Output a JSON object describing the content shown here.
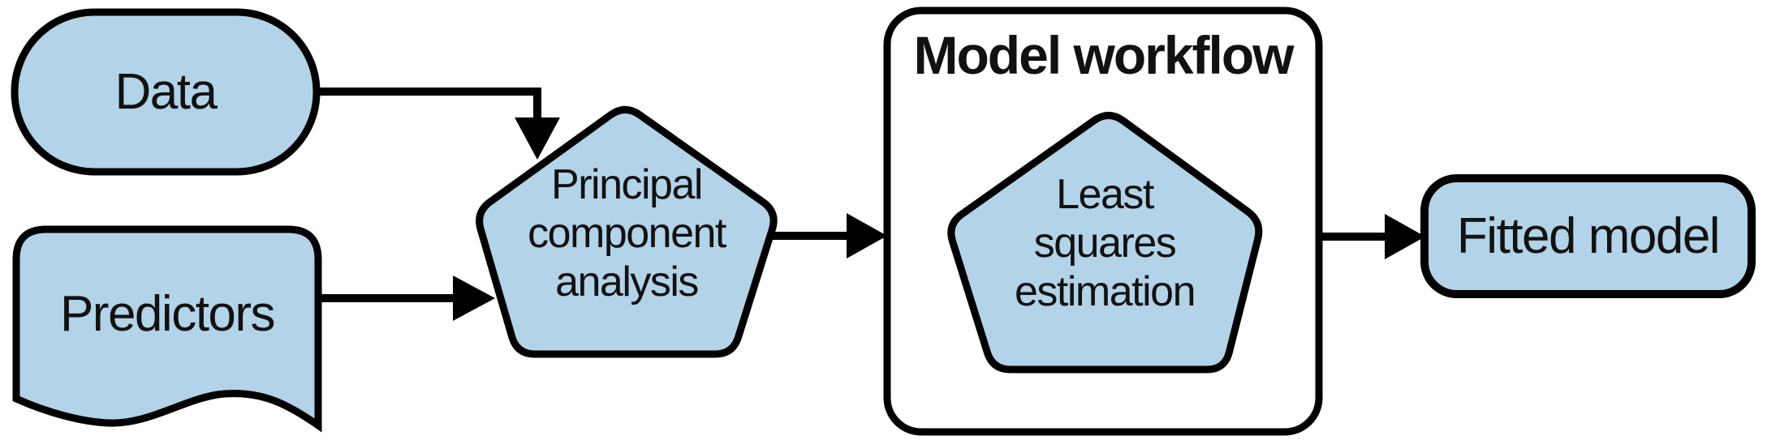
{
  "figure": {
    "background": "#ffffff",
    "node_fill": "#b2d3e8",
    "container_fill": "#ffffff",
    "stroke_color": "#000000",
    "nodes": {
      "data": {
        "label": "Data",
        "shape": "stadium"
      },
      "predictors": {
        "label": "Predictors",
        "shape": "document"
      },
      "pca": {
        "label": "Principal component analysis",
        "shape": "pentagon"
      },
      "workflow": {
        "label": "Model workflow",
        "shape": "rounded-container"
      },
      "lse": {
        "label": "Least squares estimation",
        "shape": "pentagon"
      },
      "fitted": {
        "label": "Fitted model",
        "shape": "rounded-rect"
      }
    },
    "edges": [
      {
        "from": "data",
        "to": "pca"
      },
      {
        "from": "predictors",
        "to": "pca"
      },
      {
        "from": "pca",
        "to": "workflow"
      },
      {
        "from": "workflow",
        "to": "fitted"
      }
    ]
  }
}
